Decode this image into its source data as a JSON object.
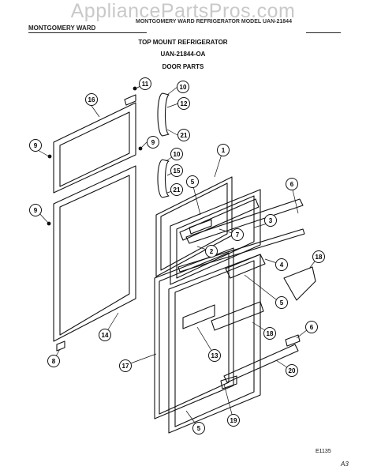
{
  "watermark": "AppliancePartsPros.com",
  "header": {
    "brand": "MONTGOMERY WARD",
    "model_line": "MONTGOMERY WARD REFRIGERATOR MODEL UAN-21844"
  },
  "titles": {
    "line1": "TOP MOUNT REFRIGERATOR",
    "line2": "UAN-21844-OA",
    "line3": "DOOR PARTS"
  },
  "figure_code": "E1135",
  "page_mark": "A3",
  "callouts": [
    {
      "id": "c11",
      "label": "11"
    },
    {
      "id": "c10a",
      "label": "10"
    },
    {
      "id": "c12",
      "label": "12"
    },
    {
      "id": "c16",
      "label": "16"
    },
    {
      "id": "c21a",
      "label": "21"
    },
    {
      "id": "c9a",
      "label": "9"
    },
    {
      "id": "c9b",
      "label": "9"
    },
    {
      "id": "c10b",
      "label": "10"
    },
    {
      "id": "c1",
      "label": "1"
    },
    {
      "id": "c15",
      "label": "15"
    },
    {
      "id": "c5a",
      "label": "5"
    },
    {
      "id": "c21b",
      "label": "21"
    },
    {
      "id": "c6a",
      "label": "6"
    },
    {
      "id": "c9c",
      "label": "9"
    },
    {
      "id": "c3",
      "label": "3"
    },
    {
      "id": "c7",
      "label": "7"
    },
    {
      "id": "c2",
      "label": "2"
    },
    {
      "id": "c18a",
      "label": "18"
    },
    {
      "id": "c4",
      "label": "4"
    },
    {
      "id": "c5b",
      "label": "5"
    },
    {
      "id": "c6b",
      "label": "6"
    },
    {
      "id": "c14",
      "label": "14"
    },
    {
      "id": "c13",
      "label": "13"
    },
    {
      "id": "c18b",
      "label": "18"
    },
    {
      "id": "c17",
      "label": "17"
    },
    {
      "id": "c8",
      "label": "8"
    },
    {
      "id": "c20",
      "label": "20"
    },
    {
      "id": "c19",
      "label": "19"
    },
    {
      "id": "c5c",
      "label": "5"
    }
  ]
}
